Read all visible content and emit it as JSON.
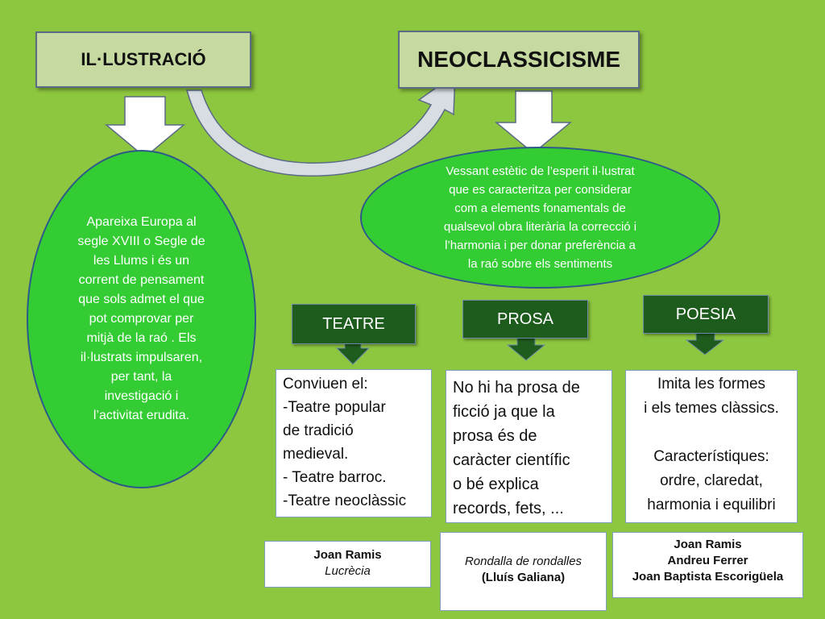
{
  "titles": {
    "illustracio": "IL·LUSTRACIÓ",
    "neoclassicisme": "NEOCLASSICISME"
  },
  "ovals": {
    "illustracio_lines": [
      "Apareixa Europa al",
      "segle  XVIII o Segle de",
      "les  Llums i és un",
      "corrent de pensament",
      "que sols admet el que",
      "pot comprovar  per",
      "mitjà de la raó  . Els",
      "il·lustrats impulsaren,",
      "per tant,  la",
      "investigació i",
      "l’activitat erudita."
    ],
    "neoclassicisme_lines": [
      "Vessant estètic de l’esperit il·lustrat",
      "que es caracteritza per considerar",
      "com a elements fonamentals de",
      "qualsevol obra literària la correcció i",
      "l’harmonia i per donar preferència a",
      "la raó sobre els sentiments"
    ]
  },
  "categories": {
    "teatre": "TEATRE",
    "prosa": "PROSA",
    "poesia": "POESIA"
  },
  "details": {
    "teatre_lines": [
      "Conviuen el:",
      "-Teatre popular",
      "de tradició",
      "medieval.",
      "- Teatre barroc.",
      "-Teatre neoclàssic"
    ],
    "prosa_lines": [
      "No hi ha prosa de",
      "ficció ja que la",
      "prosa és de",
      "caràcter científic",
      "o bé  explica",
      "records, fets, ..."
    ],
    "poesia_lines": [
      "Imita les formes",
      "i els temes clàssics.",
      "",
      "Característiques:",
      "ordre, claredat,",
      "harmonia i equilibri"
    ]
  },
  "references": {
    "teatre": {
      "author": "Joan Ramis",
      "work": "Lucrècia"
    },
    "prosa": {
      "work": "Rondalla de rondalles",
      "author": "(Lluís Galiana)"
    },
    "poesia": {
      "authors": [
        "Joan Ramis",
        "Andreu Ferrer",
        "Joan Baptista Escorigüela"
      ]
    }
  },
  "colors": {
    "background": "#8dc63f",
    "title_fill": "#c6d9a0",
    "oval_fill": "#33cc33",
    "category_fill": "#1e5c1e",
    "arrow_dark": "#1e5c1e",
    "arrow_light": "#ffffff"
  }
}
